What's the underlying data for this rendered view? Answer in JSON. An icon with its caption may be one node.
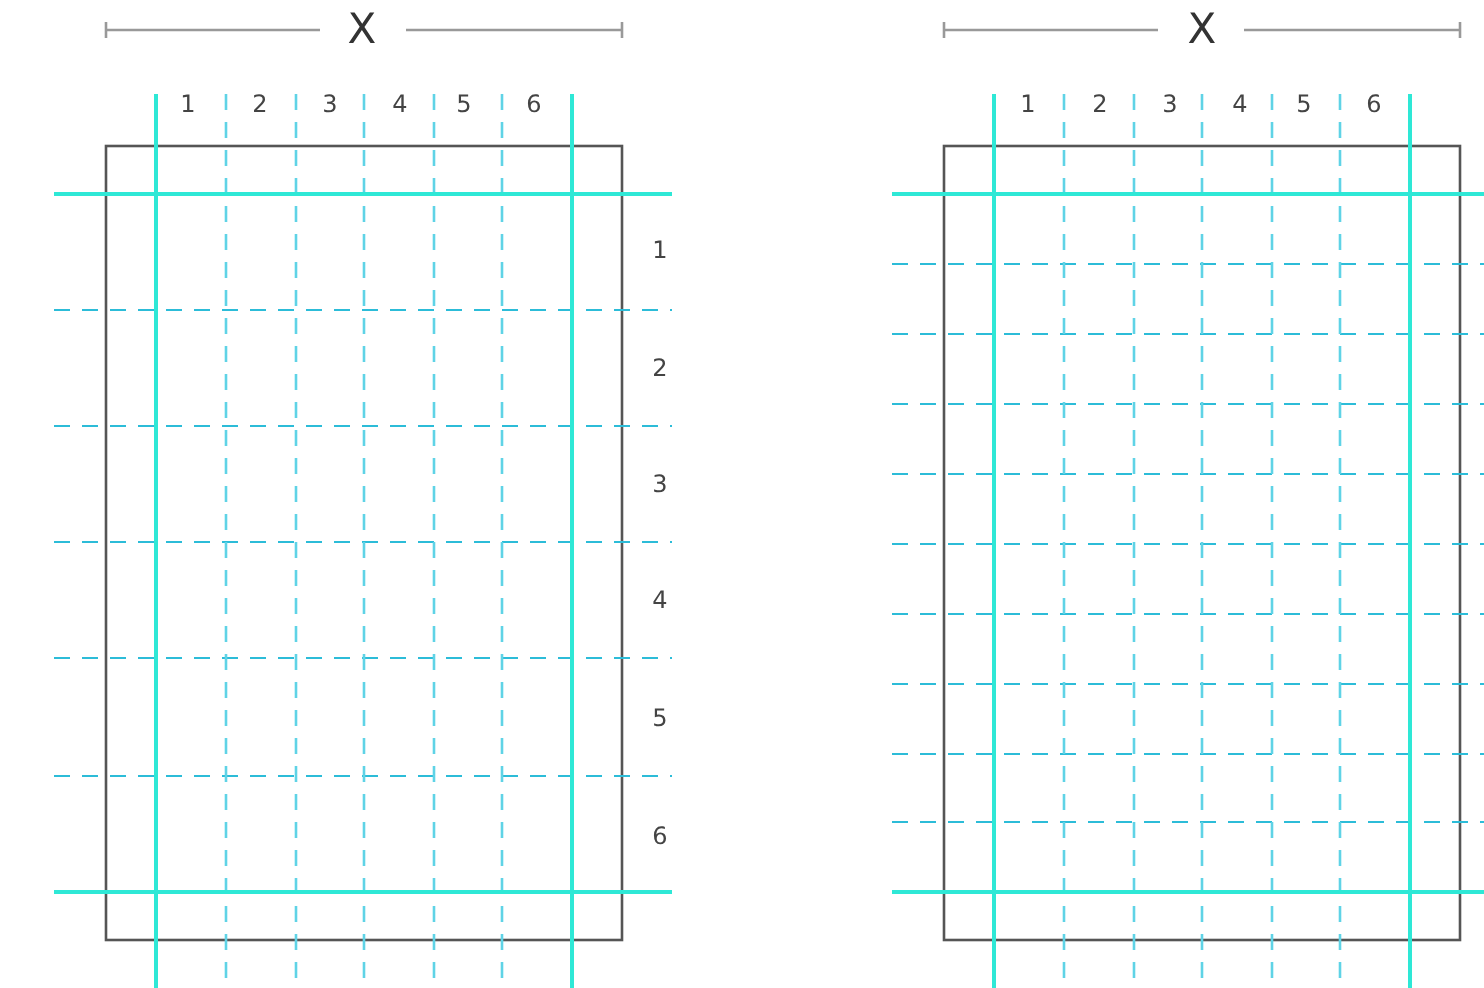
{
  "diagram": {
    "labels": [
      "X",
      "1",
      "2",
      "3",
      "4",
      "5",
      "6",
      "1",
      "2",
      "3",
      "4",
      "5",
      "6",
      "X",
      "1",
      "2",
      "3",
      "4",
      "5",
      "6"
    ]
  }
}
